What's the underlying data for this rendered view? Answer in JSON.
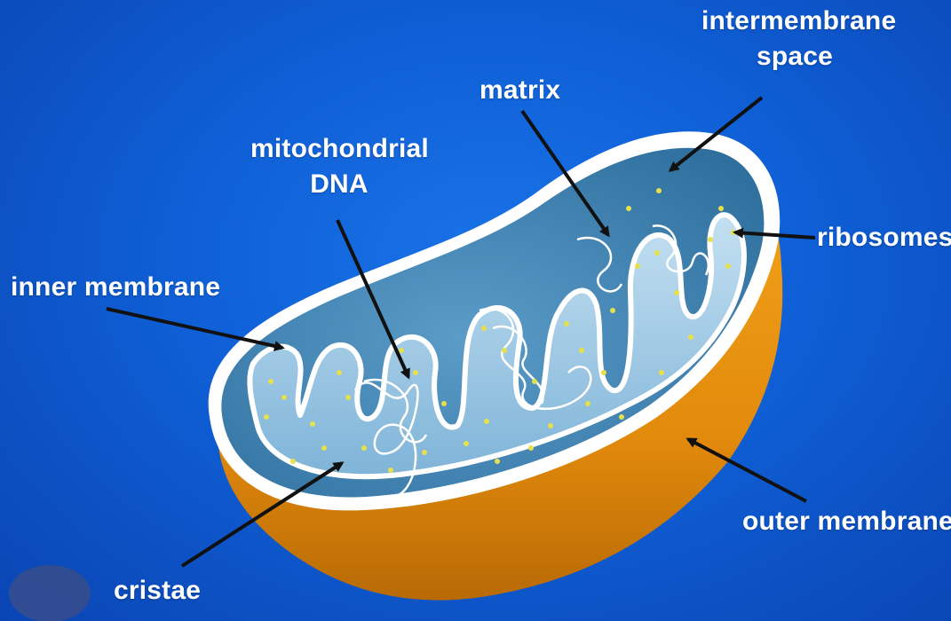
{
  "labels": {
    "intermembrane_line1": "intermembrane",
    "intermembrane_line2": "space",
    "matrix": "matrix",
    "mito_dna_line1": "mitochondrial",
    "mito_dna_line2": "DNA",
    "ribosomes": "ribosomes",
    "inner_membrane": "inner membrane",
    "outer_membrane": "outer membrane",
    "cristae": "cristae"
  },
  "colors": {
    "background": "#0f5fd6",
    "outer_shell": "#e8960f",
    "inner_fill": "#a6cbe6",
    "membrane": "#ffffff",
    "ribosome": "#e6e04a",
    "arrow": "#111111"
  }
}
